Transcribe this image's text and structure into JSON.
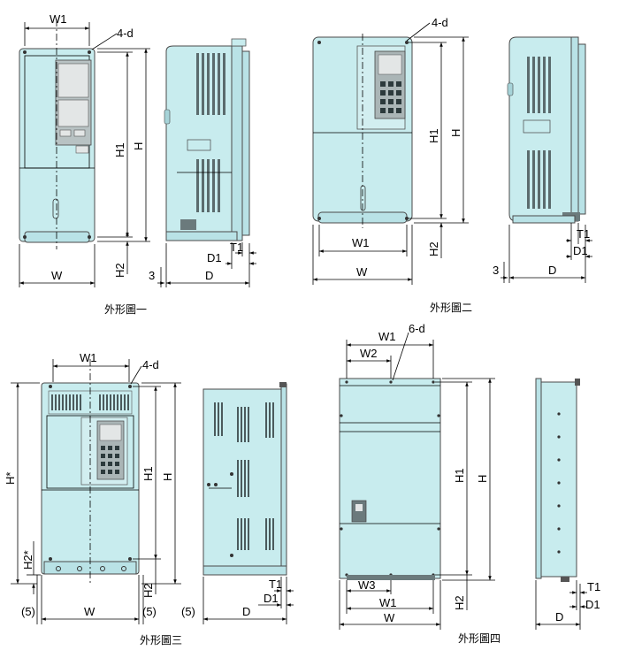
{
  "figures": [
    {
      "caption": "外形圖一"
    },
    {
      "caption": "外形圖二"
    },
    {
      "caption": "外形圖三"
    },
    {
      "caption": "外形圖四"
    }
  ],
  "dims": {
    "W": "W",
    "W1": "W1",
    "W2": "W2",
    "W3": "W3",
    "H": "H",
    "H1": "H1",
    "H2": "H2",
    "Hs": "H*",
    "H2s": "H2*",
    "D": "D",
    "D1": "D1",
    "T1": "T1",
    "three": "3",
    "five": "(5)",
    "holes4": "4-d",
    "holes6": "6-d"
  }
}
